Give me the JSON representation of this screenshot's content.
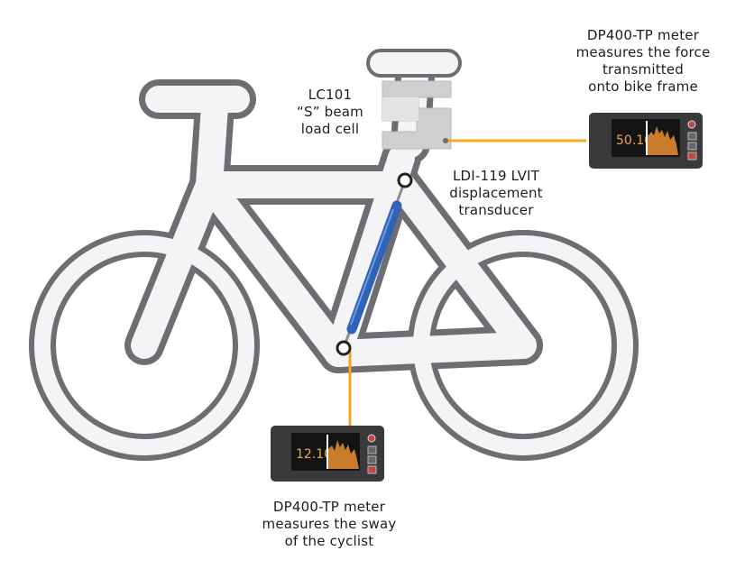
{
  "labels": {
    "load_cell": {
      "line1": "LC101",
      "line2": "“S” beam",
      "line3": "load cell"
    },
    "transducer": {
      "line1": "LDI-119 LVIT",
      "line2": "displacement",
      "line3": "transducer"
    },
    "top_meter": {
      "line1": "DP400-TP meter",
      "line2": "measures the force",
      "line3": "transmitted",
      "line4": "onto bike frame"
    },
    "bottom_meter": {
      "line1": "DP400-TP meter",
      "line2": "measures the sway",
      "line3": "of the cyclist"
    }
  },
  "meters": {
    "top": {
      "reading": "50.10"
    },
    "bottom": {
      "reading": "12.10"
    }
  },
  "colors": {
    "frame_fill": "#f4f4f6",
    "frame_outline": "#6e6e72",
    "load_cell": "#cfcfd1",
    "cable": "#f3a525",
    "transducer": "#2e63b8",
    "meter_body": "#3a3a3c",
    "meter_screen": "#141414",
    "meter_accent": "#c97c2a"
  }
}
